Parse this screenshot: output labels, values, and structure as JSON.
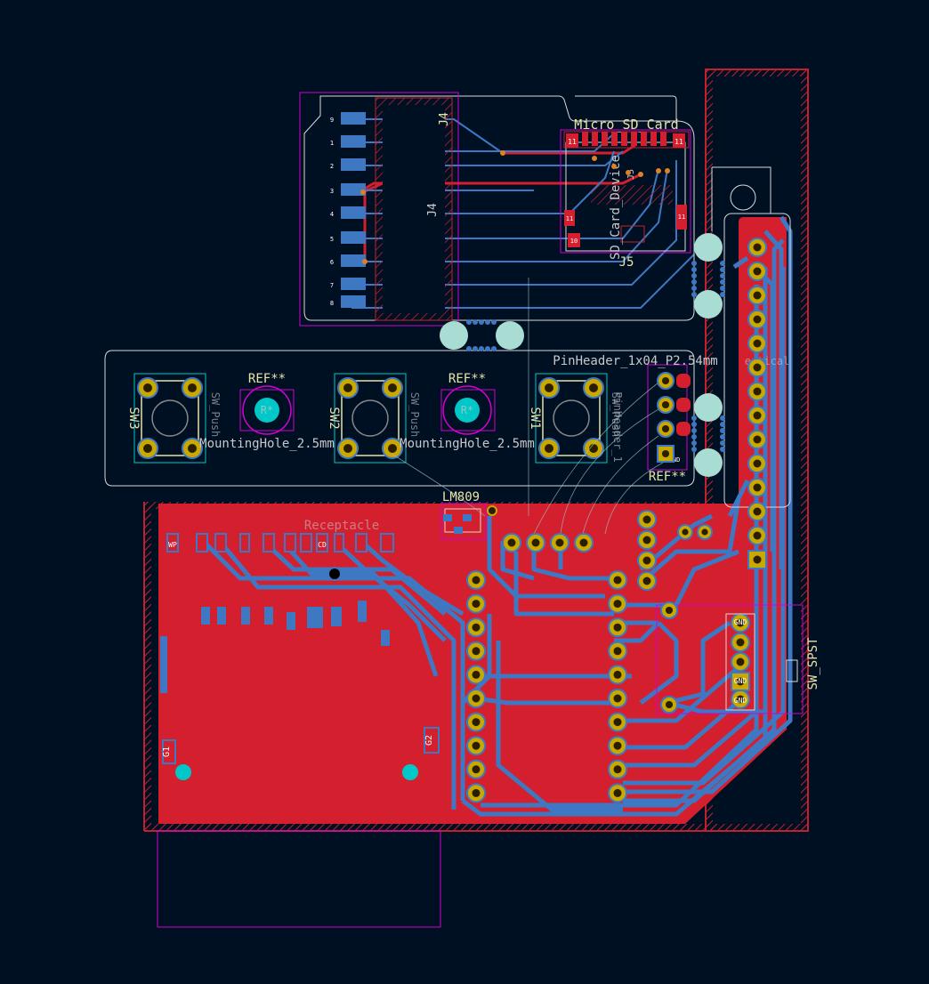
{
  "board": {
    "colors": {
      "background": "#001023",
      "front_copper": "#d41f2e",
      "back_copper": "#3f78c2",
      "pad": "#c9a800",
      "drill": "#2b1e00",
      "silkscreen": "#e8e2a8",
      "courtyard": "#d200d2",
      "edge_cuts": "#d8d8d8",
      "keepout": "#c2202f",
      "via": "#a9dcd2",
      "mounting_hole": "#00c8c8"
    }
  },
  "labels": {
    "j4_ref_top": "J4",
    "j4_ref_fab": "J4",
    "j4_pins": [
      "9",
      "1",
      "2",
      "3",
      "4",
      "5",
      "6",
      "7",
      "8"
    ],
    "sd_value": "Micro_SD_Card",
    "sd_ref": "J5",
    "sd_fab_value": "SD_Card_Device",
    "sd_fab_ref": "J5",
    "sd_pad_11": "11",
    "sd_pad_10": "10",
    "pinheader_value": "PinHeader_1x04_P2.54mm",
    "pinheader_extra": "ertical",
    "pinheader_fab": "PinHeader_1",
    "sw1_ref": "SW1",
    "sw2_ref": "SW2",
    "sw3_ref": "SW3",
    "sw_fab_value": "SW_Push",
    "ref1": "REF**",
    "ref2": "REF**",
    "ref3": "REF**",
    "hole1_ref": "R*",
    "hole2_ref": "R*",
    "hole1_value": "MountingHole_2.5mm",
    "hole2_value": "MountingHole_2.5mm",
    "reg_value": "LM809",
    "receptacle": "Receptacle",
    "g1": "G1",
    "g2": "G2",
    "switch_value": "SW_SPST",
    "gnd1": "GND",
    "gnd2": "GND",
    "gnd3": "GND",
    "gnd_small": "GND",
    "wp": "WP",
    "cd": "CD"
  }
}
